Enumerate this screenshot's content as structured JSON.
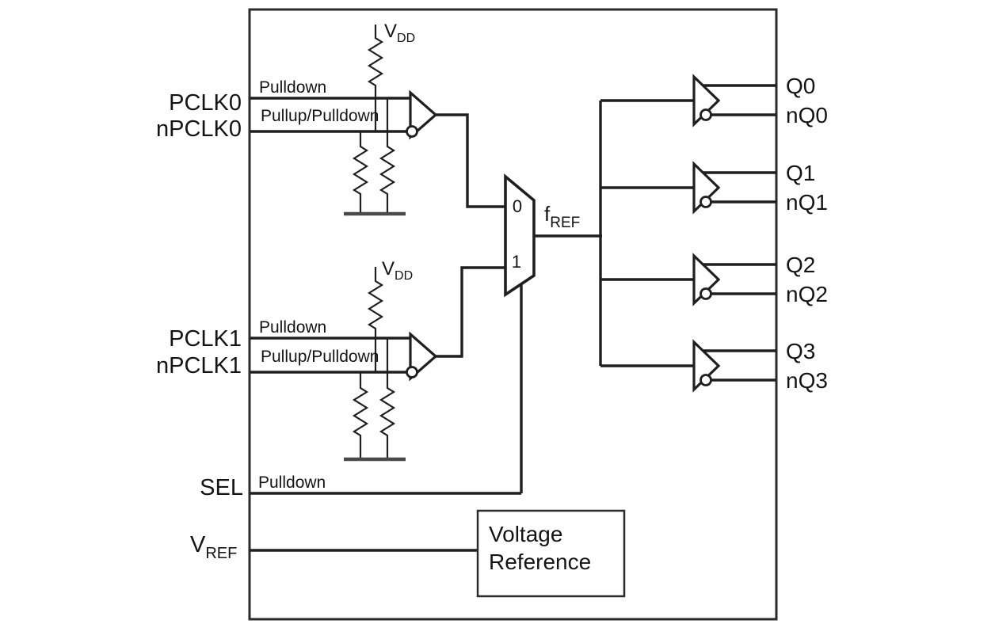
{
  "diagram": {
    "background": "#ffffff",
    "line_color": "#1f1f1f",
    "text_color": "#141414",
    "ground_color": "#4a4a4a",
    "inputs": {
      "pclk0": "PCLK0",
      "npclk0": "nPCLK0",
      "pclk1": "PCLK1",
      "npclk1": "nPCLK1",
      "sel": "SEL",
      "vref_main": "V",
      "vref_sub": "REF"
    },
    "power": {
      "vdd_main": "V",
      "vdd_sub": "DD"
    },
    "annotations": {
      "pulldown": "Pulldown",
      "pullup_pulldown": "Pullup/Pulldown"
    },
    "mux": {
      "in0": "0",
      "in1": "1",
      "out_main": "f",
      "out_sub": "REF"
    },
    "outputs": [
      {
        "q": "Q0",
        "nq": "nQ0"
      },
      {
        "q": "Q1",
        "nq": "nQ1"
      },
      {
        "q": "Q2",
        "nq": "nQ2"
      },
      {
        "q": "Q3",
        "nq": "nQ3"
      }
    ],
    "blocks": {
      "voltage_reference_line1": "Voltage",
      "voltage_reference_line2": "Reference"
    }
  }
}
